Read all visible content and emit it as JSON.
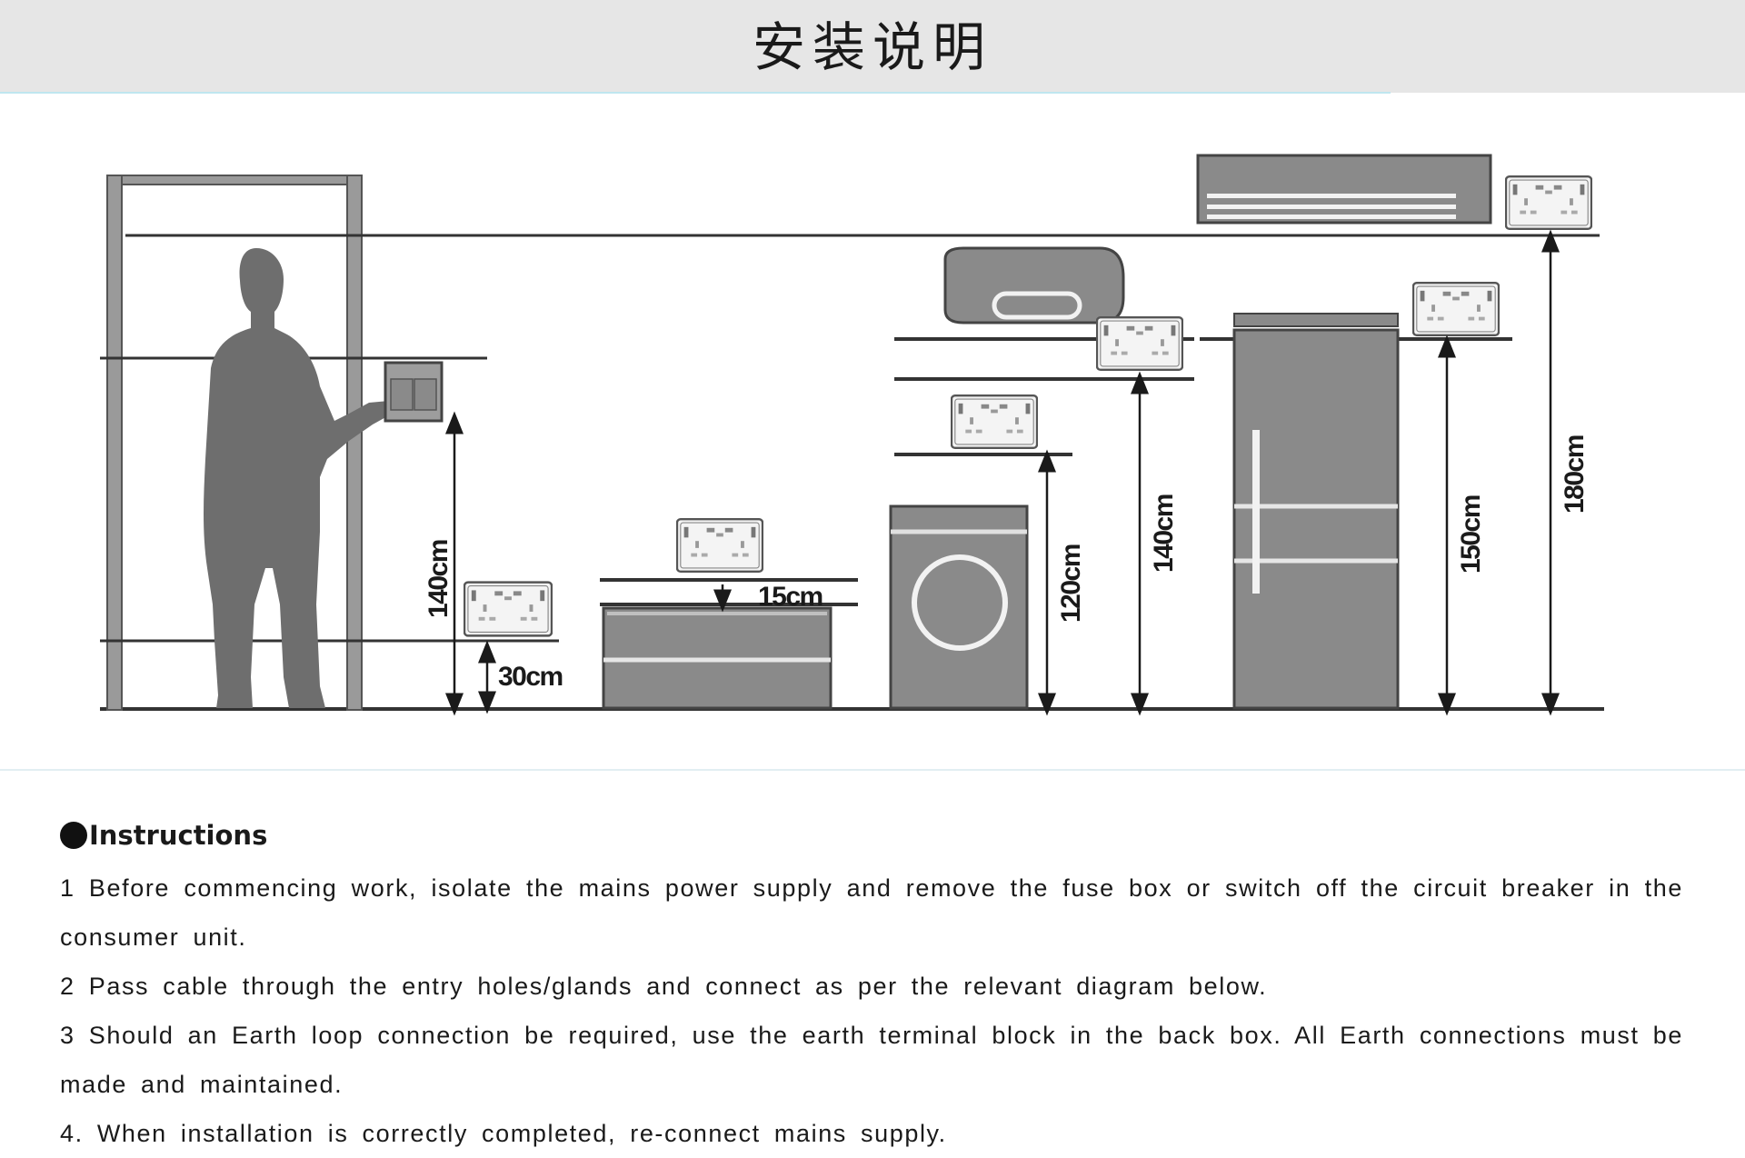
{
  "header": {
    "title": "安装说明"
  },
  "diagram": {
    "measurements": {
      "switch_height": "140cm",
      "low_socket_height": "30cm",
      "counter_offset": "15cm",
      "washer_socket_height": "120cm",
      "water_heater_socket_height": "140cm",
      "fridge_socket_height": "150cm",
      "ac_socket_height": "180cm"
    },
    "objects": [
      "person-silhouette",
      "door-frame",
      "light-switch",
      "double-socket",
      "cabinet",
      "washing-machine",
      "water-heater",
      "refrigerator",
      "air-conditioner"
    ],
    "colors": {
      "appliance_fill": "#8a8a8a",
      "line": "#3a3a3a",
      "socket_fill": "#f4f4f4"
    }
  },
  "instructions": {
    "heading": "Instructions",
    "steps": [
      "1 Before commencing work, isolate the mains power supply and remove the fuse box or switch off the circuit breaker in the consumer unit.",
      "2 Pass cable through the entry holes/glands and connect as per the relevant diagram below.",
      "3 Should an Earth loop connection be required, use the earth terminal block in the back box. All Earth connections must be made and maintained.",
      "4. When installation is correctly completed, re-connect mains supply."
    ]
  }
}
